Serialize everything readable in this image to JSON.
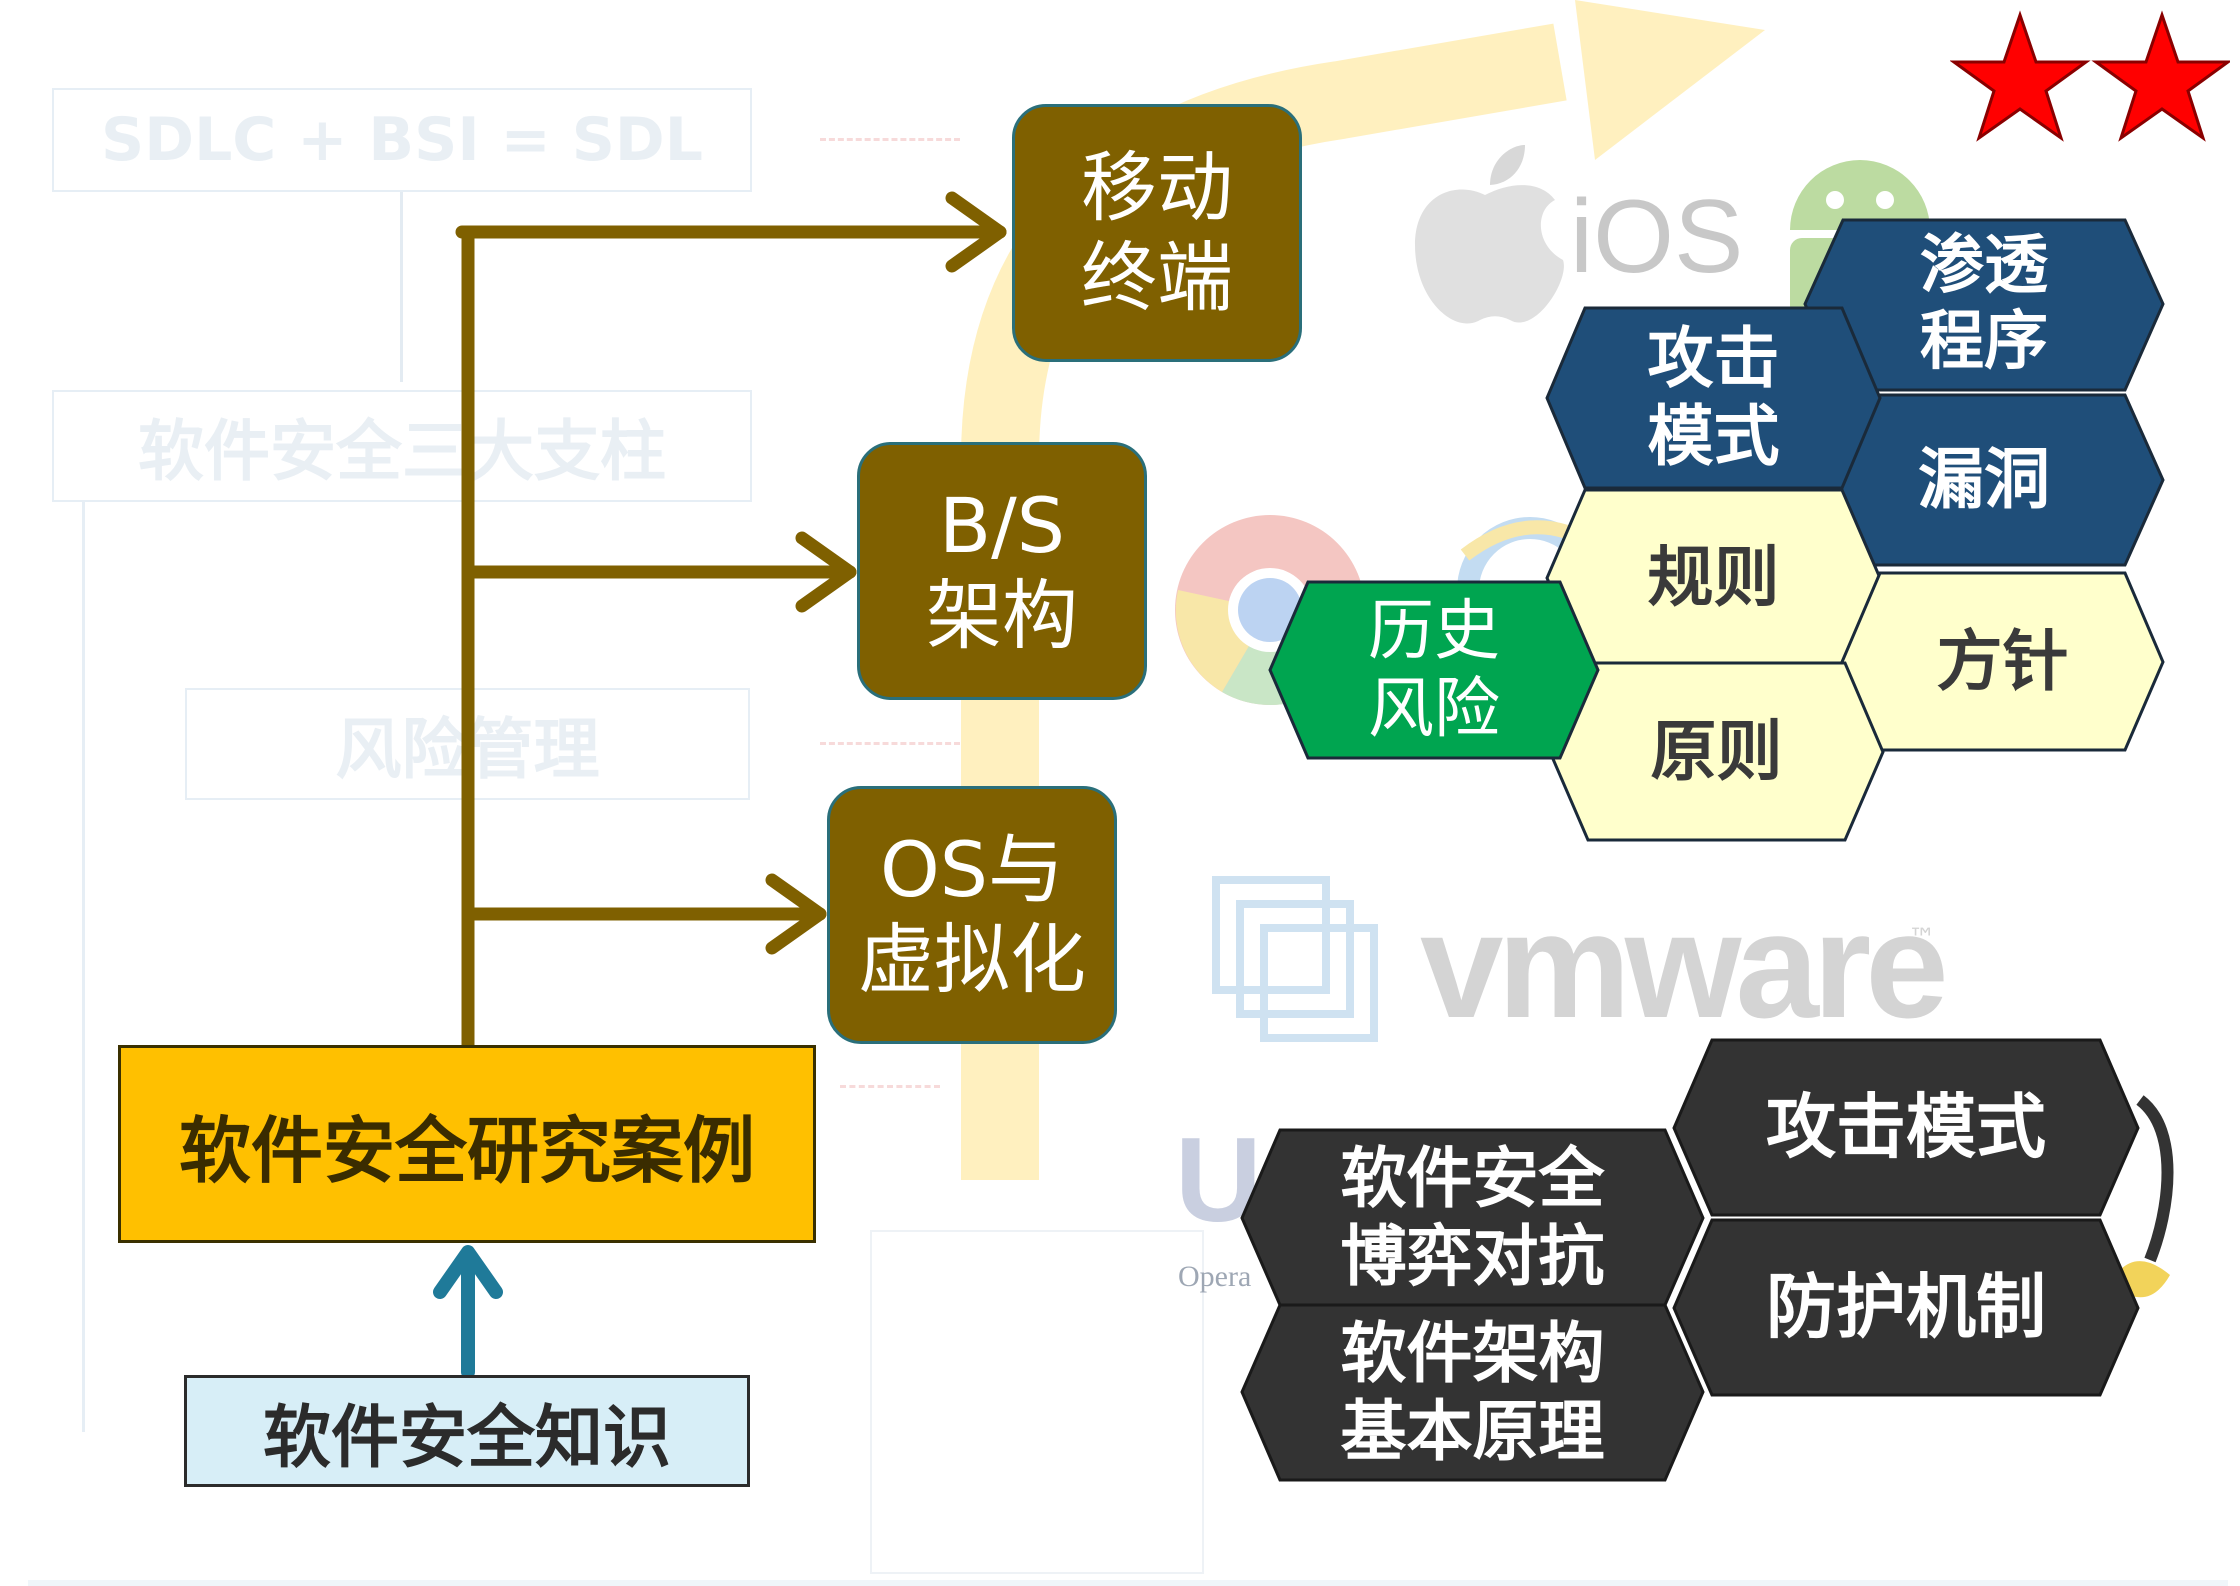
{
  "background": {
    "sdl_formula": "SDLC + BSI = SDL",
    "pillars": "软件安全三大支柱",
    "risk": "风险管理",
    "ios_label": "iOS",
    "vmware_label": "vmware",
    "vmware_tm": "™",
    "os_caption": "Opera"
  },
  "flow": {
    "case_box": "软件安全研究案例",
    "knowledge_box": "软件安全知识",
    "platforms": [
      {
        "line1": "移动",
        "line2": "终端"
      },
      {
        "line1": "B/S",
        "line2": "架构"
      },
      {
        "line1": "OS与",
        "line2": "虚拟化"
      }
    ]
  },
  "hex_cluster_top": {
    "attack_pattern": {
      "line1": "攻击",
      "line2": "模式"
    },
    "pentest": {
      "line1": "渗透",
      "line2": "程序"
    },
    "vulnerability": "漏洞",
    "rules": "规则",
    "history_risk": {
      "line1": "历史",
      "line2": "风险"
    },
    "policy": "方针",
    "principles": "原则"
  },
  "hex_cluster_bottom": {
    "attack_mode": "攻击模式",
    "game": {
      "line1": "软件安全",
      "line2": "博弈对抗"
    },
    "protection": "防护机制",
    "arch": {
      "line1": "软件架构",
      "line2": "基本原理"
    }
  },
  "colors": {
    "brown": "#7f6000",
    "gold": "#ffc000",
    "navy": "#1f4e79",
    "green": "#00a550",
    "cream": "#ffffcc",
    "dark": "#333333",
    "teal_arrow": "#1f7a99",
    "star": "#ff0000"
  },
  "icons": [
    "star-icon",
    "apple-icon",
    "android-icon",
    "chrome-icon",
    "ie-icon",
    "vmware-icon"
  ]
}
